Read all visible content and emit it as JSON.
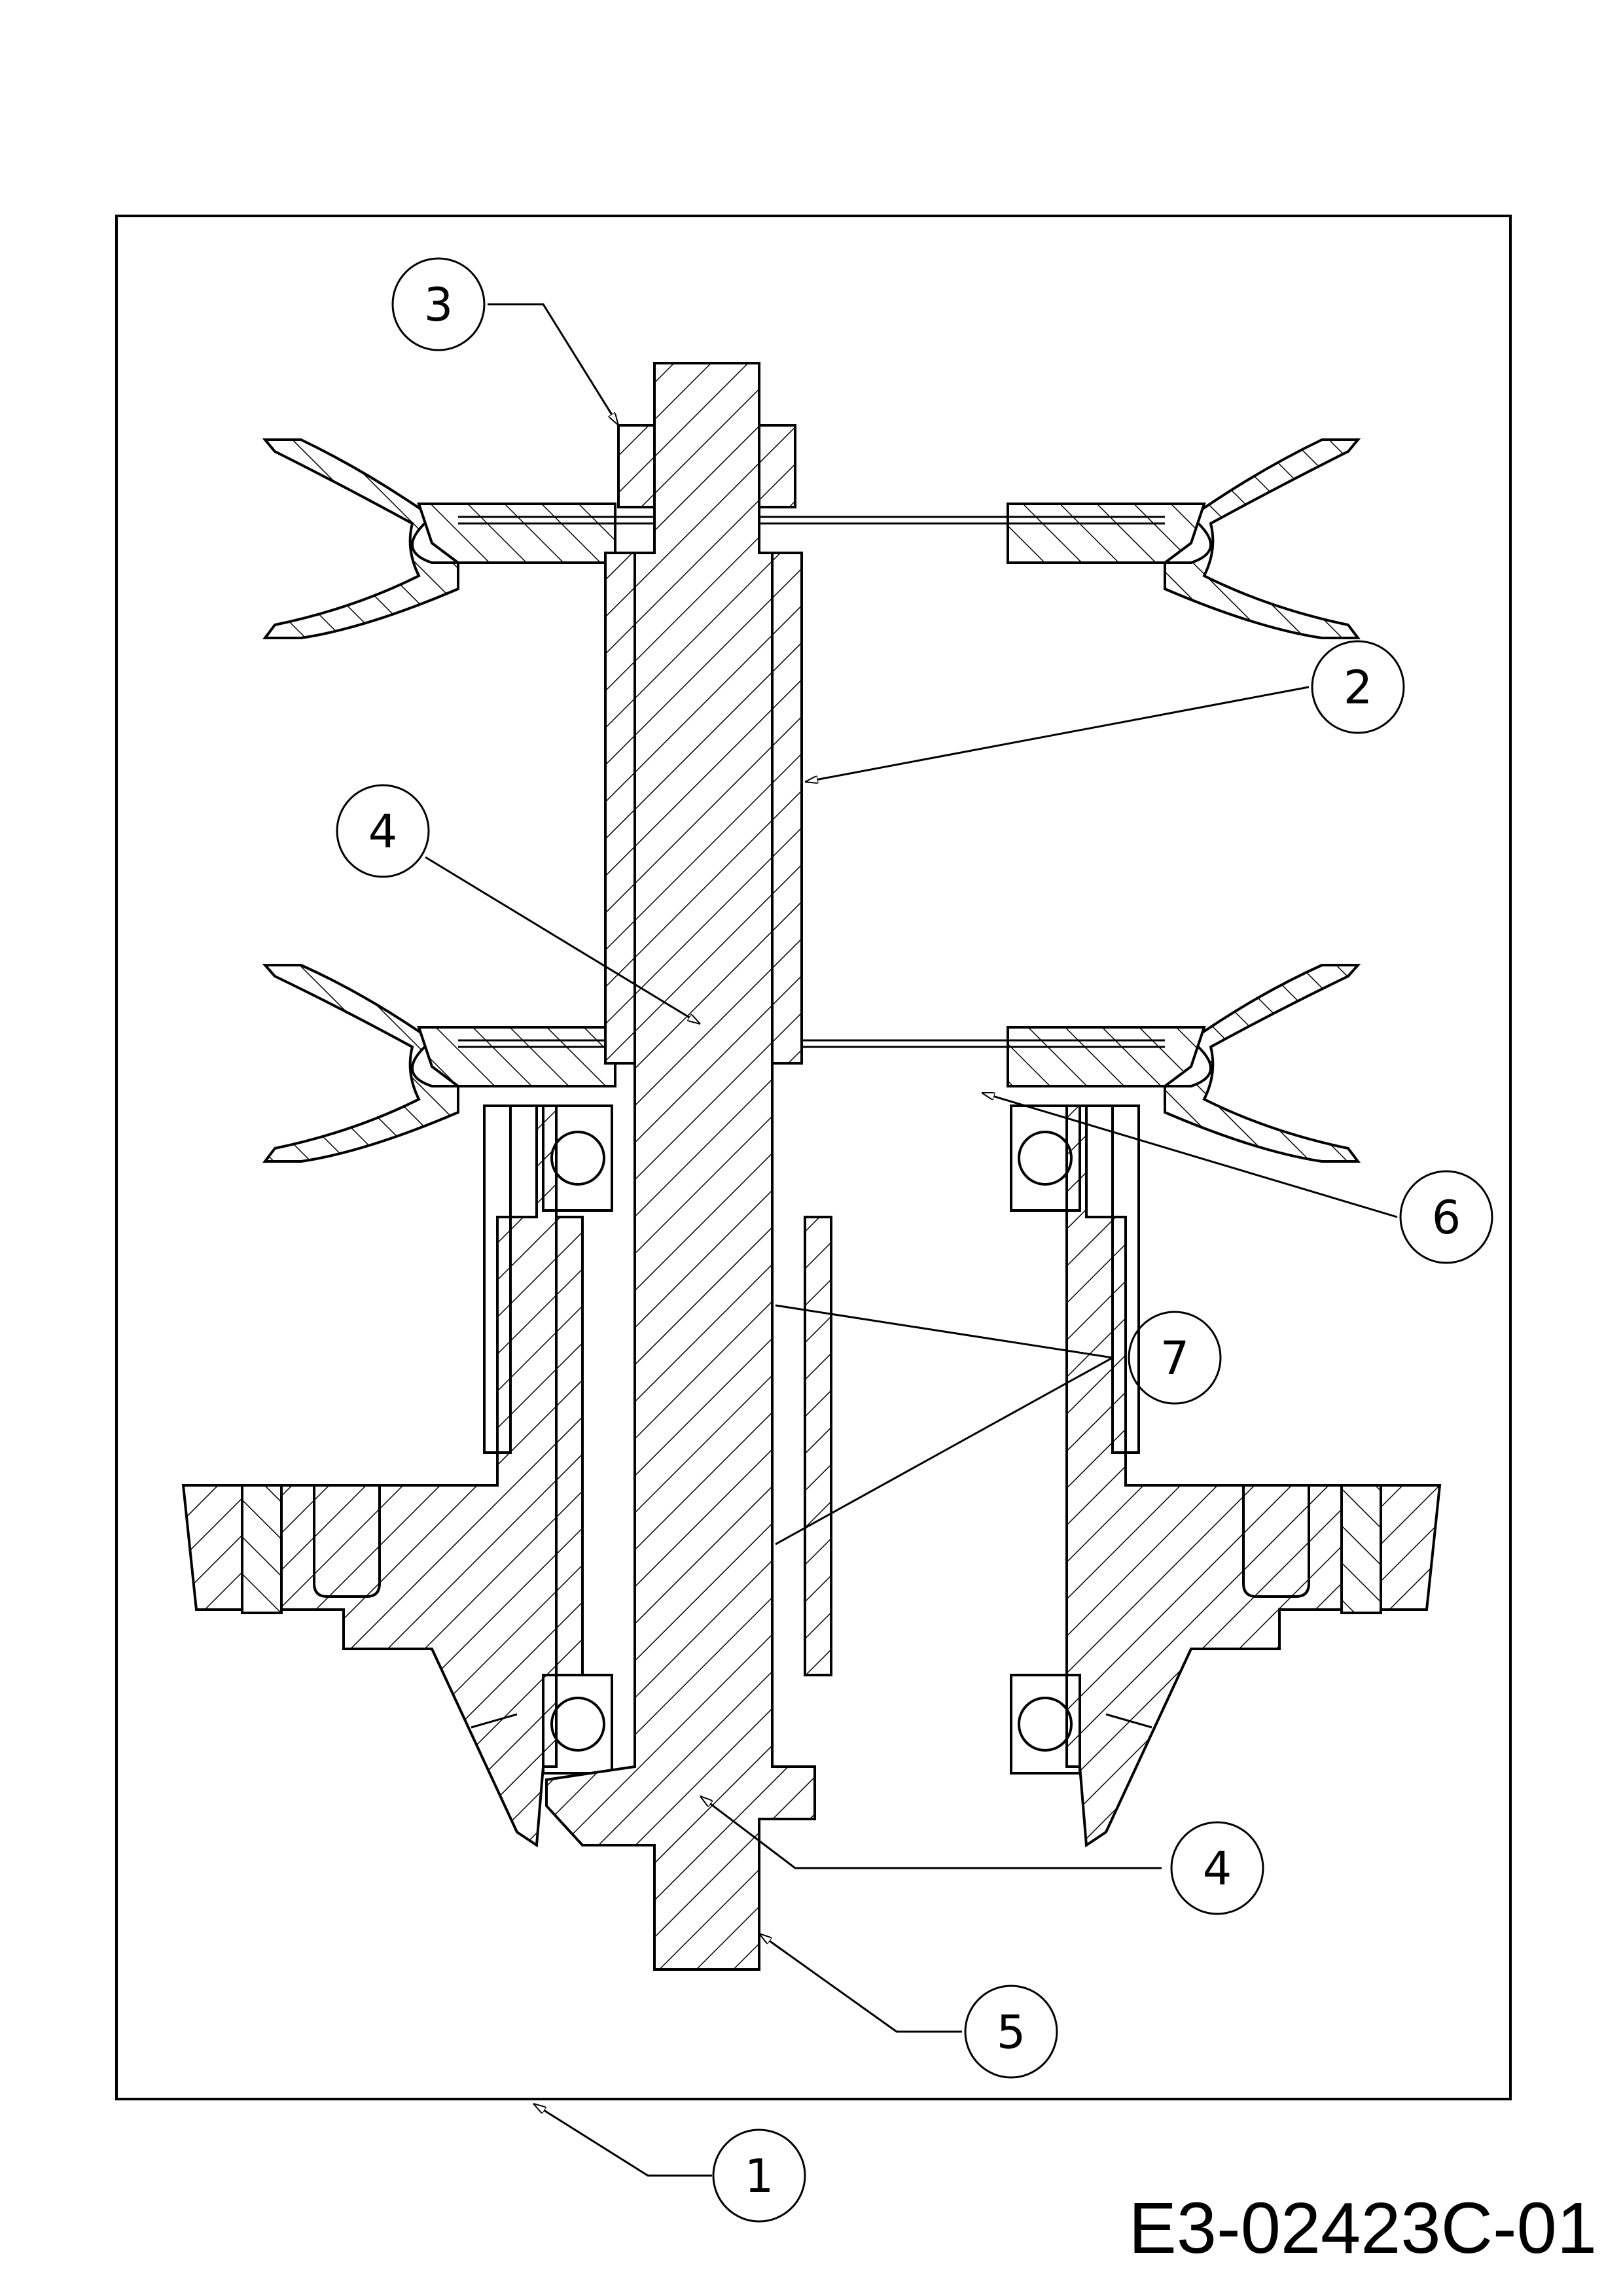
{
  "drawing": {
    "drawing_number": "E3-02423C-01",
    "callouts": [
      {
        "id": "callout-1",
        "label": "1"
      },
      {
        "id": "callout-2",
        "label": "2"
      },
      {
        "id": "callout-3",
        "label": "3"
      },
      {
        "id": "callout-4-upper",
        "label": "4"
      },
      {
        "id": "callout-4-lower",
        "label": "4"
      },
      {
        "id": "callout-5",
        "label": "5"
      },
      {
        "id": "callout-6",
        "label": "6"
      },
      {
        "id": "callout-7",
        "label": "7"
      }
    ]
  }
}
